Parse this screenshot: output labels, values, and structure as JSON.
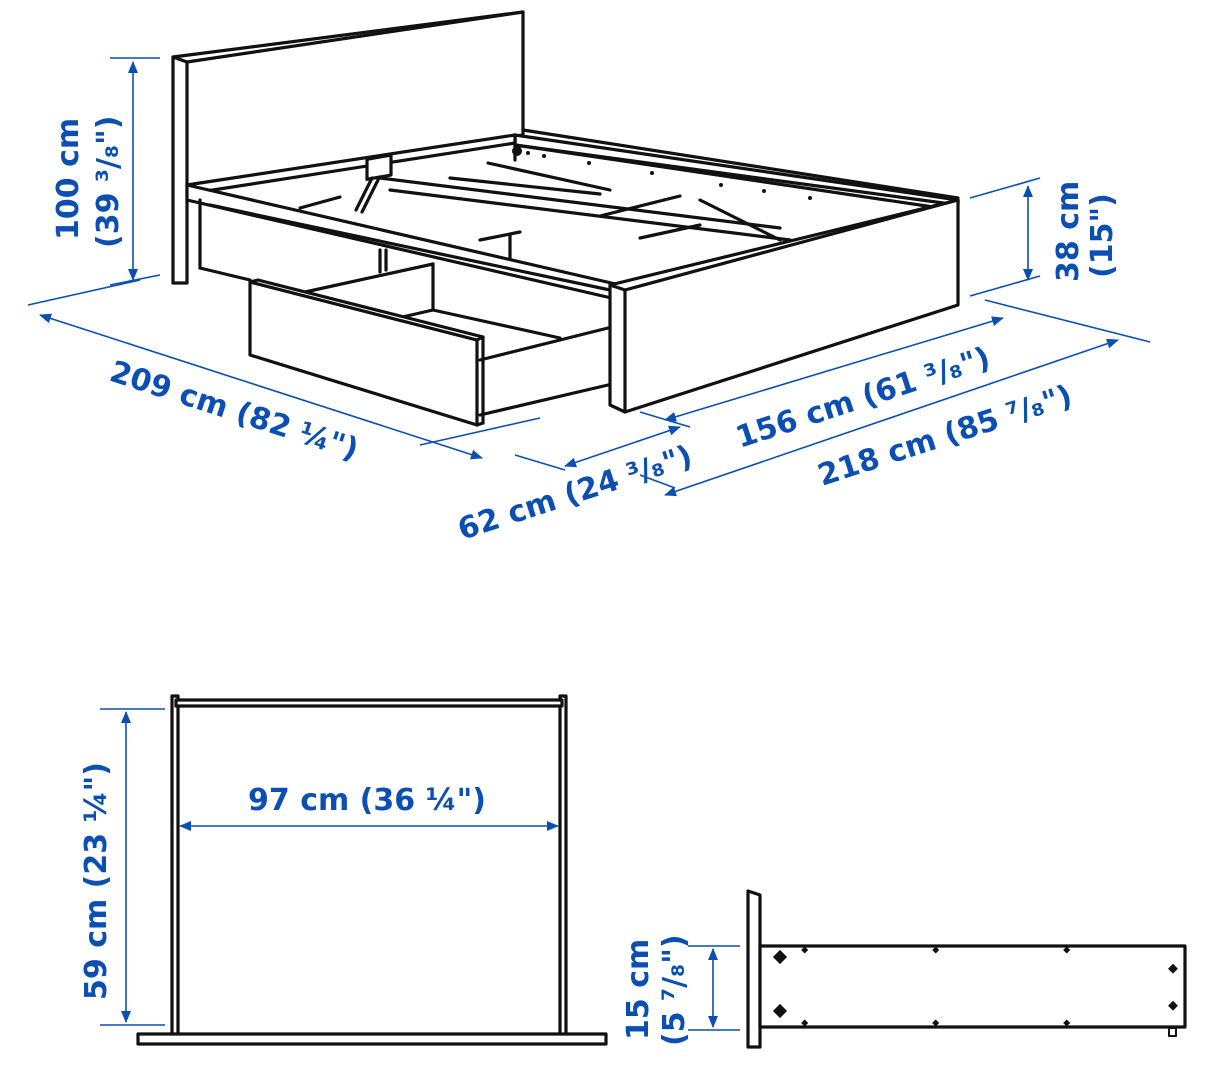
{
  "diagram": {
    "type": "product-dimension-drawing",
    "subject": "bed frame with storage drawers",
    "colors": {
      "line": "#111111",
      "dimension": "#0b4fb3",
      "background": "#ffffff"
    },
    "bed": {
      "headboard_height": {
        "metric": "100 cm",
        "imperial": "(39 ³/₈\")"
      },
      "frame_height": {
        "metric": "38 cm",
        "imperial": "(15\")"
      },
      "length": {
        "metric": "209 cm (82 ¼\")"
      },
      "width": {
        "metric": "156 cm (61 ³/₈\")"
      },
      "width_with_drawer_open": {
        "metric": "218 cm (85 ⁷/₈\")"
      },
      "drawer_extension": {
        "metric": "62 cm (24 ³/₈\")"
      }
    },
    "drawer_top_view": {
      "inner_width": {
        "metric": "97 cm (36 ¼\")"
      },
      "inner_depth": {
        "metric": "59 cm (23 ¼\")"
      }
    },
    "drawer_side_view": {
      "height": {
        "metric": "15 cm",
        "imperial": "(5 ⁷/₈\")"
      }
    }
  }
}
